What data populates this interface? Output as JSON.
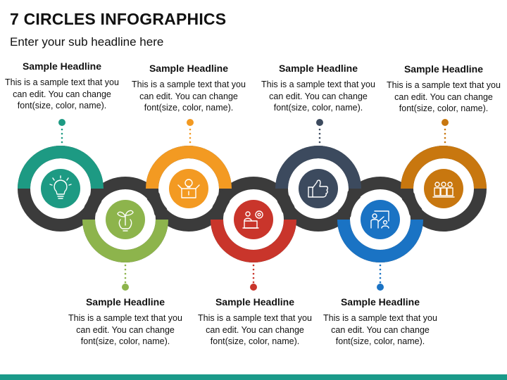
{
  "title": "7 CIRCLES INFOGRAPHICS",
  "subtitle": "Enter your sub headline here",
  "items": [
    {
      "headline": "Sample Headline",
      "text": "This is a sample text that you can edit. You can change font(size, color, name).",
      "color": "#1d9a83",
      "icon": "lightbulb-icon",
      "position": "top"
    },
    {
      "headline": "Sample Headline",
      "text": "This is a sample text that you can edit. You can change font(size, color, name).",
      "color": "#8db44c",
      "icon": "plant-bulb-icon",
      "position": "bottom"
    },
    {
      "headline": "Sample Headline",
      "text": "This is a sample text that you can edit. You can change font(size, color, name).",
      "color": "#f39a22",
      "icon": "box-idea-icon",
      "position": "top"
    },
    {
      "headline": "Sample Headline",
      "text": "This is a sample text that you can edit. You can change font(size, color, name).",
      "color": "#c9352b",
      "icon": "workspace-gear-icon",
      "position": "bottom"
    },
    {
      "headline": "Sample Headline",
      "text": "This is a sample text that you can edit. You can change font(size, color, name).",
      "color": "#3c4a5e",
      "icon": "thumbs-up-icon",
      "position": "top"
    },
    {
      "headline": "Sample Headline",
      "text": "This is a sample text that you can edit. You can change font(size, color, name).",
      "color": "#1a73c4",
      "icon": "presentation-meeting-icon",
      "position": "bottom"
    },
    {
      "headline": "Sample Headline",
      "text": "This is a sample text that you can edit. You can change font(size, color, name).",
      "color": "#c8770f",
      "icon": "team-group-icon",
      "position": "top"
    }
  ],
  "colors": {
    "gray_ring": "#3b3b3b",
    "footer_bar": "#1a9a89"
  }
}
